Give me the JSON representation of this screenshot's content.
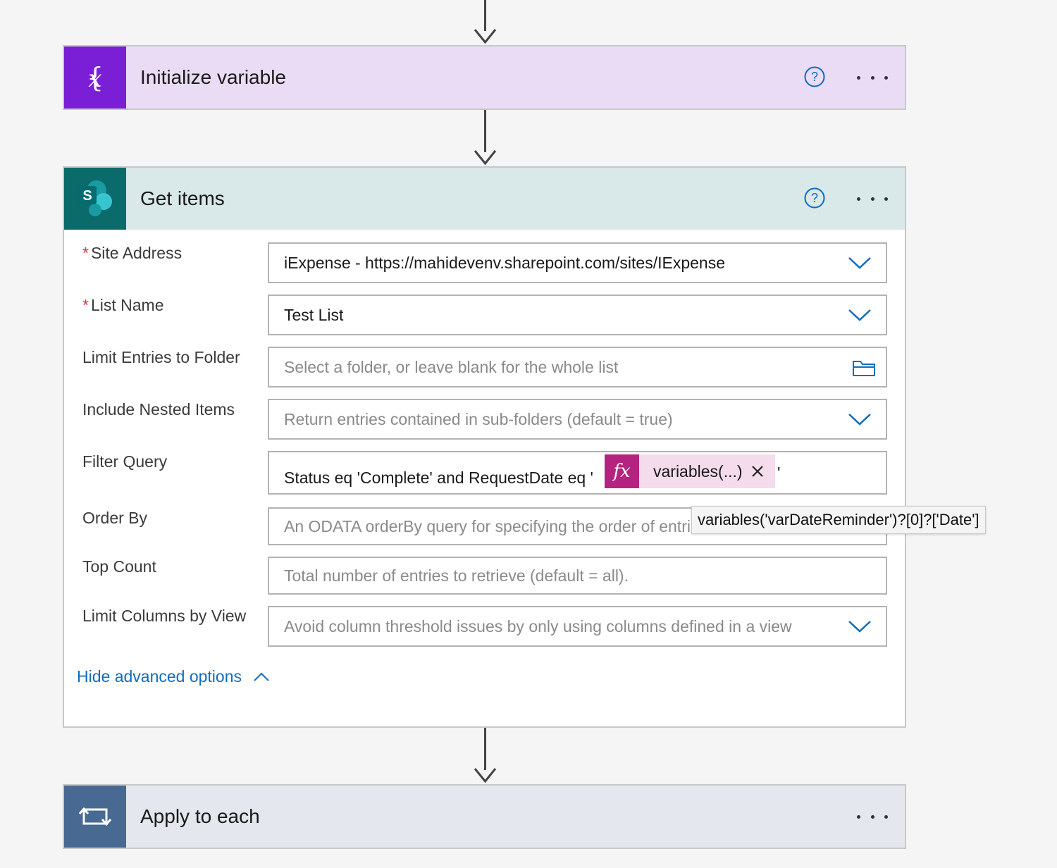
{
  "colors": {
    "variable_accent": "#7a1fd6",
    "variable_header_bg": "#ebdcf5",
    "sharepoint_accent": "#0b6a6a",
    "sharepoint_header_bg": "#d9e8e8",
    "loop_accent": "#486991",
    "loop_header_bg": "#e4e8ee",
    "token_bg": "#f4dcec",
    "token_icon_bg": "#b4237f",
    "link_blue": "#0f6cbd",
    "required_red": "#d13438"
  },
  "steps": {
    "initialize_variable": {
      "title": "Initialize variable",
      "icon": "variable-braces-icon"
    },
    "get_items": {
      "title": "Get items",
      "icon": "sharepoint-logo-icon"
    },
    "apply_to_each": {
      "title": "Apply to each",
      "icon": "loop-icon"
    }
  },
  "get_items": {
    "fields": {
      "site_address": {
        "label": "Site Address",
        "required_mark": "*",
        "value": "iExpense - https://mahidevenv.sharepoint.com/sites/IExpense"
      },
      "list_name": {
        "label": "List Name",
        "required_mark": "*",
        "value": "Test List"
      },
      "limit_folder": {
        "label": "Limit Entries to Folder",
        "placeholder": "Select a folder, or leave blank for the whole list"
      },
      "nested_items": {
        "label": "Include Nested Items",
        "placeholder": "Return entries contained in sub-folders (default = true)"
      },
      "filter_query": {
        "label": "Filter Query",
        "prefix": "Status eq 'Complete' and RequestDate eq '",
        "token_icon": "fx",
        "token_label": "variables(...)",
        "suffix": "'"
      },
      "order_by": {
        "label": "Order By",
        "placeholder": "An ODATA orderBy query for specifying the order of entries."
      },
      "top_count": {
        "label": "Top Count",
        "placeholder": "Total number of entries to retrieve (default = all)."
      },
      "limit_columns": {
        "label": "Limit Columns by View",
        "placeholder": "Avoid column threshold issues by only using columns defined in a view"
      }
    },
    "advanced_link": "Hide advanced options"
  },
  "tooltip": "variables('varDateReminder')?[0]?['Date']"
}
